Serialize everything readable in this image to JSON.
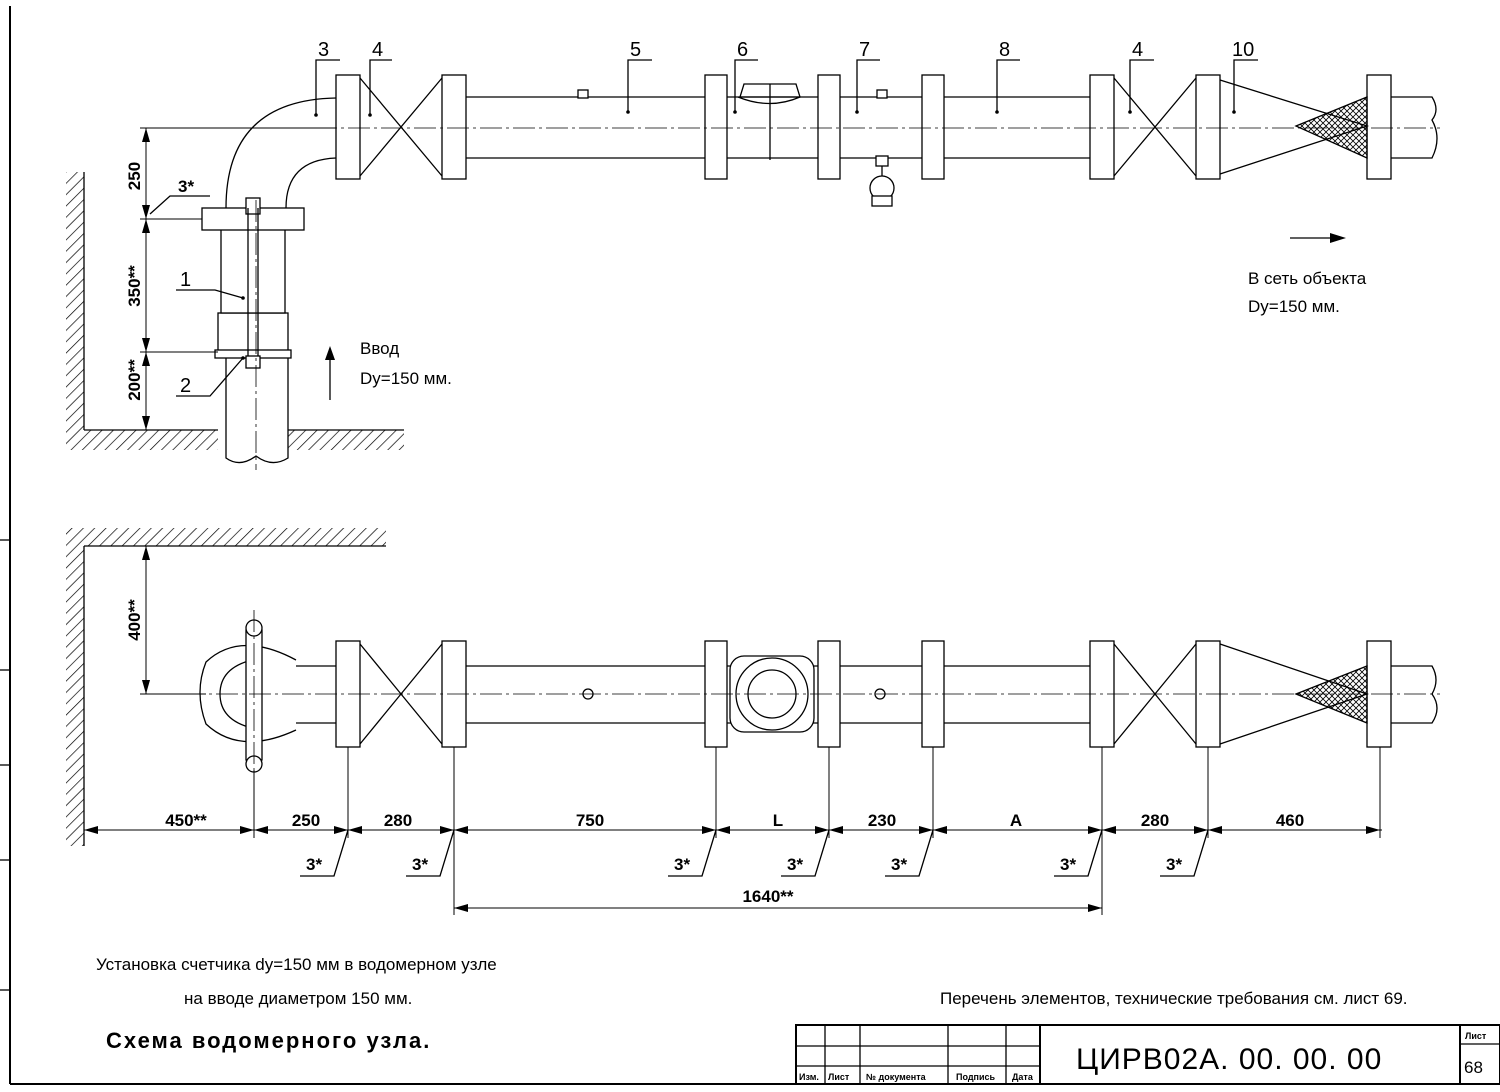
{
  "labels": {
    "item1": "1",
    "item2": "2",
    "item3": "3",
    "item4a": "4",
    "item4b": "4",
    "item5": "5",
    "item6": "6",
    "item7": "7",
    "item8": "8",
    "item10": "10",
    "weld": "3*"
  },
  "inlet": {
    "line1": "Ввод",
    "line2": "Dу=150 мм."
  },
  "outlet": {
    "line1": "В сеть объекта",
    "line2": "Dу=150 мм."
  },
  "vertical_dims": {
    "d250": "250",
    "d350": "350**",
    "d200": "200**",
    "d400": "400**"
  },
  "horizontal_dims": {
    "d450": "450**",
    "d250": "250",
    "d280a": "280",
    "d750": "750",
    "dL": "L",
    "d230": "230",
    "dA": "A",
    "d280b": "280",
    "d460": "460",
    "d1640": "1640**"
  },
  "notes": {
    "caption1": "Установка счетчика dу=150 мм в водомерном узле",
    "caption2": "на вводе диаметром 150 мм.",
    "scheme_title": "Схема водомерного узла.",
    "ref": "Перечень элементов, технические требования см. лист 69."
  },
  "stamp": {
    "col_izm": "Изм.",
    "col_list": "Лист",
    "col_doc": "№ документа",
    "col_sign": "Подпись",
    "col_date": "Дата",
    "code": "ЦИРВ02А. 00. 00. 00",
    "sheet_label": "Лист",
    "sheet_no": "68"
  }
}
